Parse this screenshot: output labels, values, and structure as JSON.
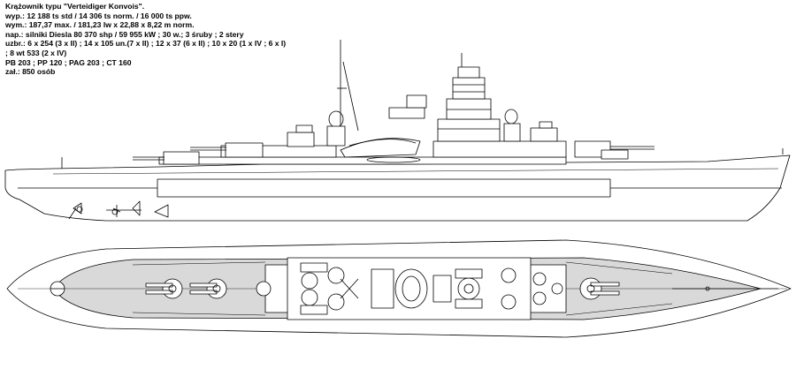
{
  "specs": {
    "title": "Krążownik typu \"Verteidiger Konvois\".",
    "displacement": "wyp.: 12 188 ts std / 14 306 ts norm. / 16 000 ts ppw.",
    "dimensions": "wym.: 187,37 max. / 181,23 lw x 22,88 x 8,22 m norm.",
    "propulsion": "nap.: silniki Diesla 80 370 shp / 59 955 kW ; 30 w.; 3 śruby ; 2 stery",
    "armament_1": "uzbr.: 6 x 254 (3 x II) ; 14 x 105 un.(7 x II) ; 12 x 37 (6 x II) ; 10 x 20 (1 x IV ; 6 x I)",
    "armament_2": "; 8 wt 533 (2 x IV)",
    "armor": "PB 203 ; PP 120 ; PAG 203 ; CT 160",
    "crew": "zał.: 850 osób"
  },
  "colors": {
    "line": "#000000",
    "hull_fill": "#ffffff",
    "deck_fill": "#d9d9d9",
    "background": "#ffffff"
  }
}
